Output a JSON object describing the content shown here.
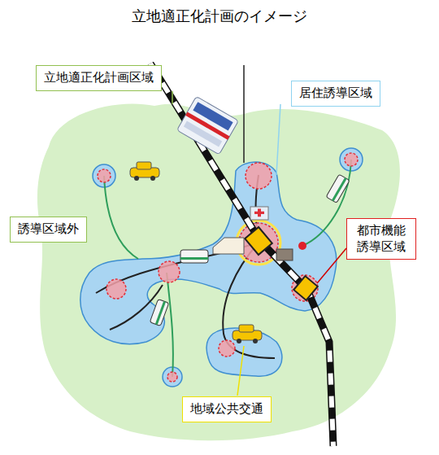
{
  "diagram": {
    "title": "立地適正化計画のイメージ",
    "nodes": [
      {
        "text": [
          "立地適正化計画区域"
        ]
      },
      {
        "text": [
          "居住誘導区域"
        ]
      },
      {
        "text": [
          "誘導区域外"
        ]
      },
      {
        "text": [
          "都市機能誘導区域"
        ]
      },
      {
        "text": [
          "地域公共交通"
        ]
      }
    ]
  }
}
